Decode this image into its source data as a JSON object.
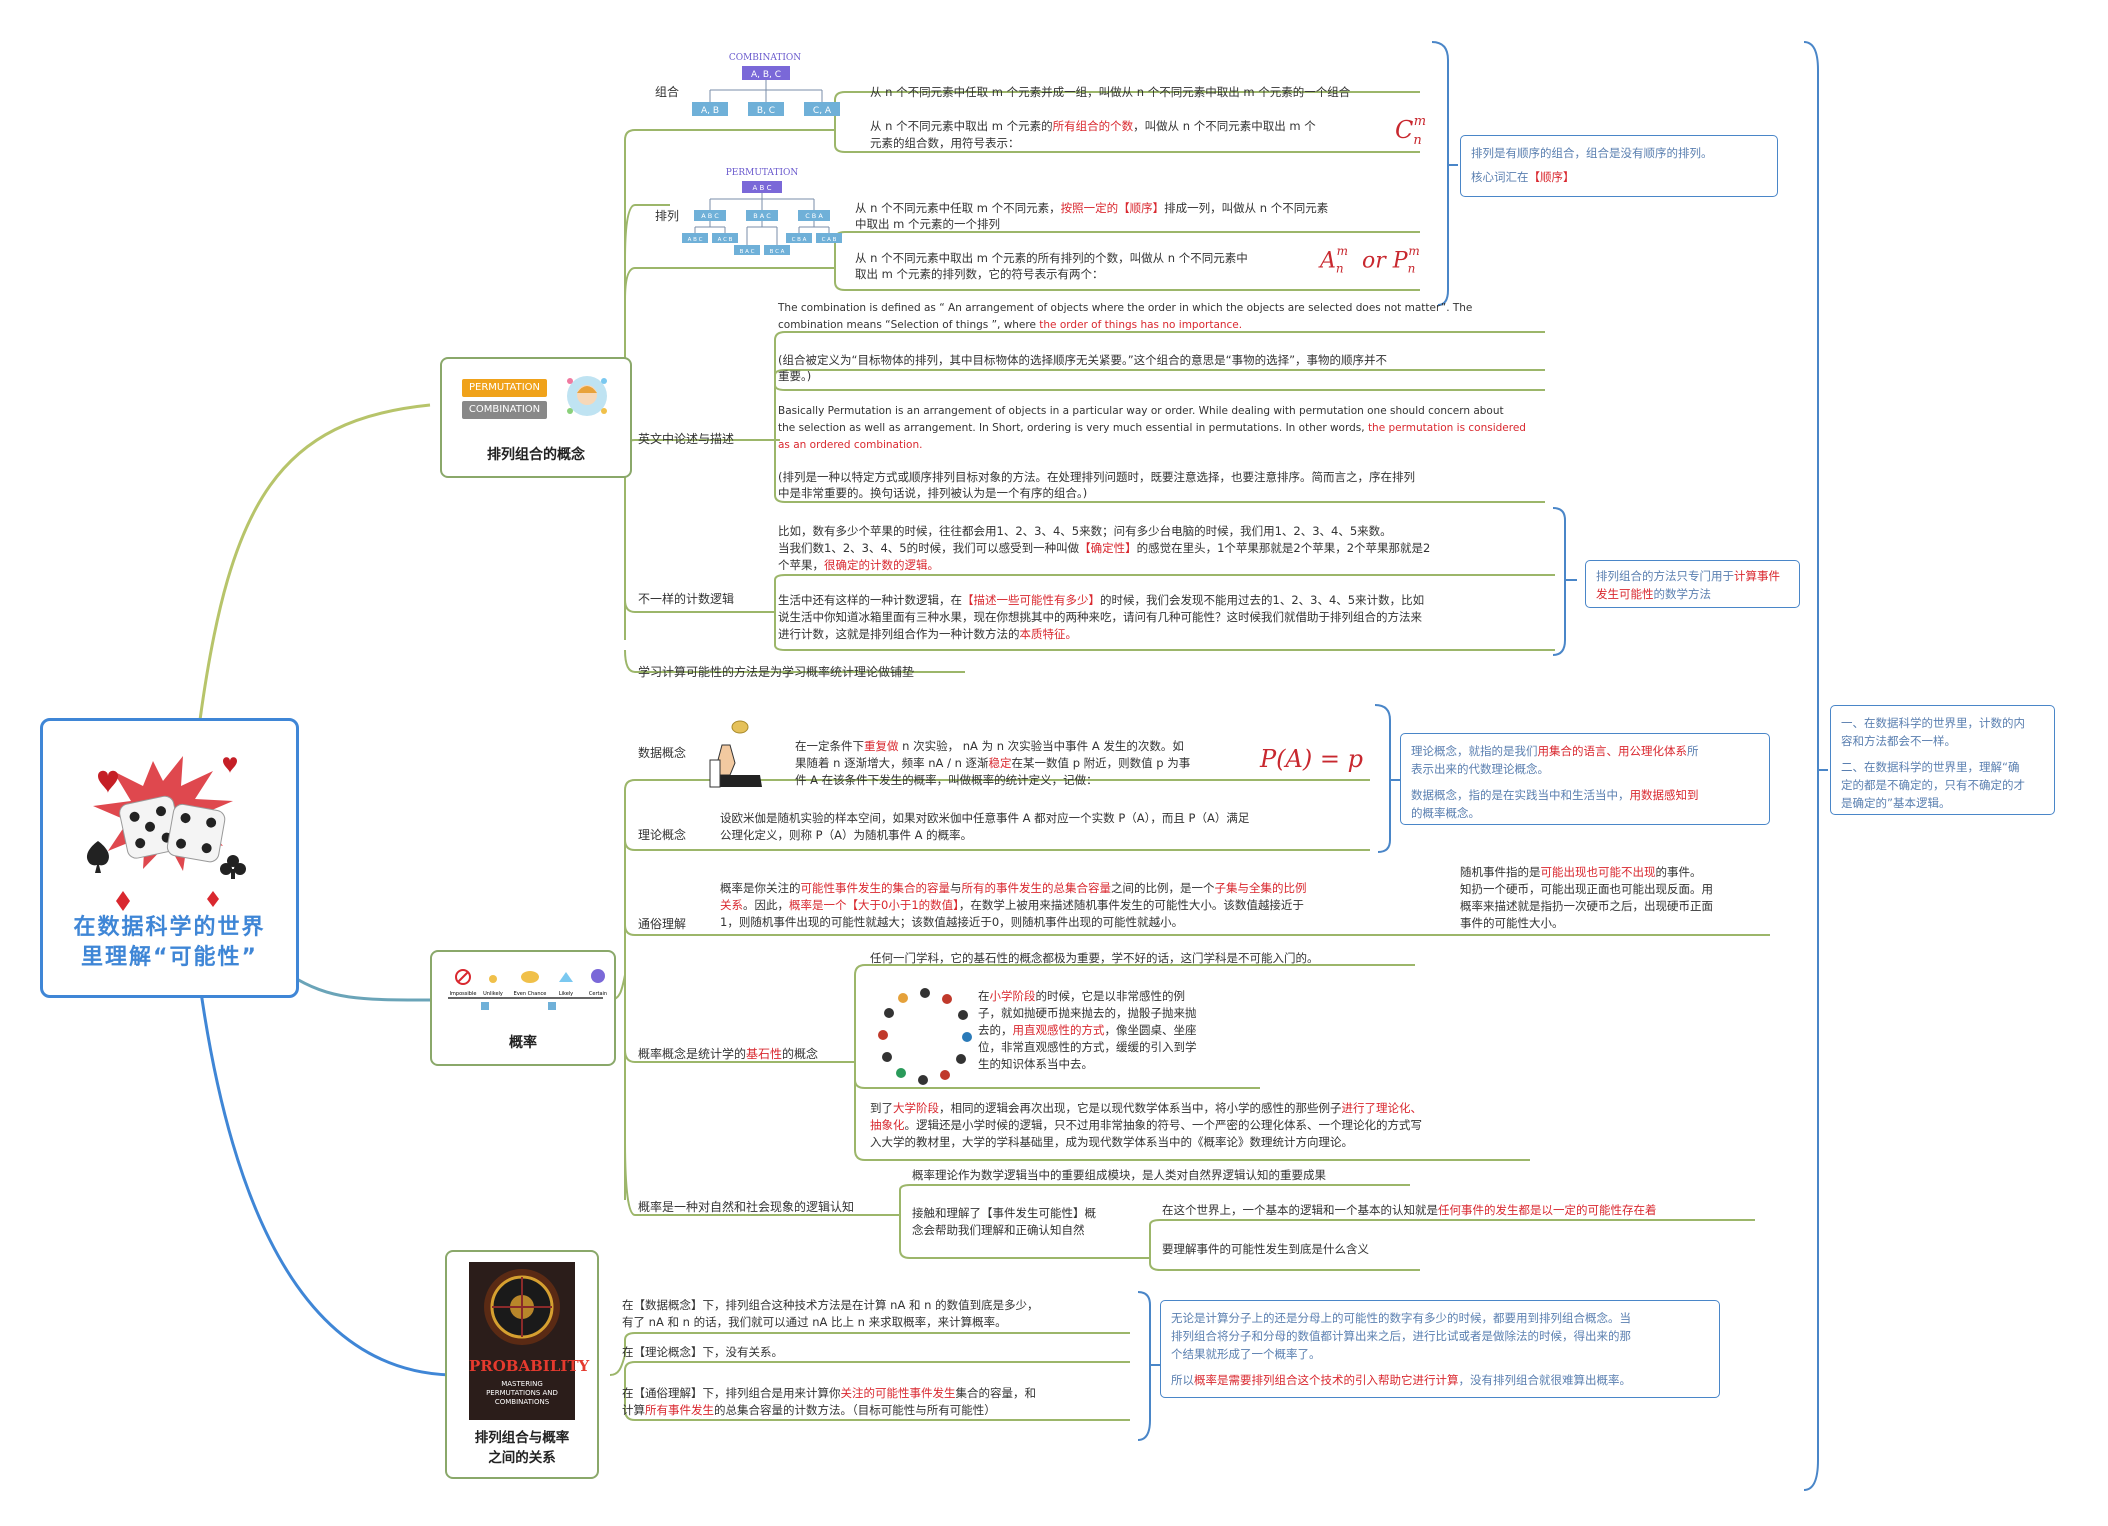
{
  "central": {
    "title_line1": "在数据科学的世界",
    "title_line2": "里理解“可能性”"
  },
  "branch1": {
    "title": "排列组合的概念",
    "tag_perm": "PERMUTATION",
    "tag_comb": "COMBINATION",
    "combination": {
      "label": "组合",
      "diagram_title": "COMBINATION",
      "diagram_root": "A, B, C",
      "diagram_children": [
        "A, B",
        "B, C",
        "C, A"
      ],
      "def1": "从 n 个不同元素中任取 m 个元素并成一组，叫做从 n 个不同元素中取出 m 个元素的一个组合",
      "def2_a": "从 n 个不同元素中取出 m 个元素的",
      "def2_red": "所有组合的个数",
      "def2_b": "，叫做从 n 个不同元素中取出 m 个",
      "def2_c": "元素的组合数，用符号表示：",
      "formula": "C"
    },
    "permutation": {
      "label": "排列",
      "diagram_title": "PERMUTATION",
      "diagram_root": "A B C",
      "diagram_level1": [
        "A B C",
        "B A C",
        "C B A"
      ],
      "diagram_level2": [
        "A B C",
        "A C B",
        "B A C",
        "B C A",
        "C B A",
        "C A B"
      ],
      "def1_a": "从 n 个不同元素中任取 m 个不同元素，",
      "def1_red": "按照一定的【顺序】",
      "def1_b": "排成一列，叫做从 n 个不同元素",
      "def1_c": "中取出 m 个元素的一个排列",
      "def2_a": "从 n 个不同元素中取出 m 个元素的所有排列的个数，叫做从 n 个不同元素中",
      "def2_b": "取出 m 个元素的排列数，它的符号表示有两个：",
      "formula_or": "or"
    },
    "note_order": {
      "line1": "排列是有顺序的组合，组合是没有顺序的排列。",
      "line2_a": "核心词汇在",
      "line2_red": "【顺序】"
    },
    "english": {
      "label": "英文中论述与描述",
      "p1_a": "The combination is defined as “ An arrangement of objects where the order in which the objects are selected does not matter”. The",
      "p1_b": "combination means “Selection of things ”, where ",
      "p1_red": "the order of things has no importance.",
      "p2_a": "(组合被定义为“目标物体的排列，其中目标物体的选择顺序无关紧要。”这个组合的意思是“事物的选择”，事物的顺序并不",
      "p2_b": "重要。)",
      "p3_a": " Basically Permutation is an arrangement of objects in a particular way or order. While dealing with permutation one should concern about",
      "p3_b": "the selection as well as arrangement. In Short, ordering is very much essential in permutations. In other words, ",
      "p3_red1": "the permutation is considered",
      "p3_red2": "as an ordered combination.",
      "p4_a": "(排列是一种以特定方式或顺序排列目标对象的方法。在处理排列问题时，既要注意选择，也要注意排序。简而言之，序在排列",
      "p4_b": "中是非常重要的。换句话说，排列被认为是一个有序的组合。)"
    },
    "counting": {
      "label": "不一样的计数逻辑",
      "p1_a": "比如，数有多少个苹果的时候，往往都会用1、2、3、4、5来数；问有多少台电脑的时候，我们用1、2、3、4、5来数。",
      "p1_b": "当我们数1、2、3、4、5的时候，我们可以感受到一种叫做",
      "p1_red": "【确定性】",
      "p1_c": "的感觉在里头，1个苹果那就是2个苹果，2个苹果那就是2",
      "p1_d": "个苹果，",
      "p1_red2": "很确定的计数的逻辑。",
      "p2_a": "生活中还有这样的一种计数逻辑，在",
      "p2_red": "【描述一些可能性有多少】",
      "p2_b": "的时候，我们会发现不能用过去的1、2、3、4、5来计数，比如",
      "p2_c": "说生活中你知道冰箱里面有三种水果，现在你想挑其中的两种来吃，请问有几种可能性？这时候我们就借助于排列组合的方法来",
      "p2_d": "进行计数，这就是排列组合作为一种计数方法的",
      "p2_red2": "本质特征。"
    },
    "note_counting": {
      "a": "排列组合的方法只专门用于",
      "red": "计算事件发生可能性",
      "b": "的数学方法"
    },
    "summary": "学习计算可能性的方法是为学习概率统计理论做铺垫"
  },
  "branch2": {
    "title": "概率",
    "scale_labels": [
      "Impossible",
      "Unlikely",
      "Even Chance",
      "Likely",
      "Certain"
    ],
    "data_concept": {
      "label": "数据概念",
      "p_a": "在一定条件下",
      "p_red": "重复做",
      "p_b": " n 次实验， nA 为 n 次实验当中事件 A 发生的次数。如",
      "p_c": "果随着 n 逐渐增大，频率 nA / n 逐渐",
      "p_red2": "稳定",
      "p_d": "在某一数值 p 附近，则数值 p 为事",
      "p_e": "件 A 在该条件下发生的概率，叫做概率的统计定义，记做：",
      "formula": "P(A) = p"
    },
    "theory_concept": {
      "label": "理论概念",
      "p_a": "设欧米伽是随机实验的样本空间，如果对欧米伽中任意事件 A 都对应一个实数 P（A），而且 P（A）满足",
      "p_b": "公理化定义，则称 P（A）为随机事件 A 的概率。"
    },
    "note_concepts": {
      "l1_a": "理论概念，就指的是我们",
      "l1_red": "用集合的语言、用公理化体系",
      "l1_b": "所",
      "l2": "表示出来的代数理论概念。",
      "l3_a": "数据概念，指的是在实践当中和生活当中，",
      "l3_red": "用数据感知到",
      "l4": "的概率概念。"
    },
    "popular": {
      "label": "通俗理解",
      "p_a": "概率是你关注的",
      "p_red1": "可能性事件发生的集合的容量",
      "p_b": "与",
      "p_red2": "所有的事件发生的总集合容量",
      "p_c": "之间的比例，是一个",
      "p_red3": "子集与全集的比例",
      "p_red4": "关系",
      "p_d": "。因此，",
      "p_red5": "概率是一个【大于0小于1的数值】",
      "p_e": "，在数学上被用来描述随机事件发生的可能性大小。该数值越接近于",
      "p_f": "1，则随机事件出现的可能性就越大；该数值越接近于0，则随机事件出现的可能性就越小。"
    },
    "note_random": {
      "l1_a": "随机事件指的是",
      "l1_red": "可能出现也可能不出现",
      "l1_b": "的事件。",
      "l2": "知扔一个硬币，可能出现正面也可能出现反面。用",
      "l3": "概率来描述就是指扔一次硬币之后，出现硬币正面",
      "l4": "事件的可能性大小。"
    },
    "foundation": {
      "label_a": "概率概念是统计学的",
      "label_red": "基石性",
      "label_b": "的概念",
      "p1": "任何一门学科，它的基石性的概念都极为重要，学不好的话，这门学科是不可能入门的。",
      "p2_a": "在",
      "p2_red": "小学阶段",
      "p2_b": "的时候，它是以非常感性的例",
      "p2_c": "子，就如抛硬币抛来抛去的，抛骰子抛来抛",
      "p2_d": "去的，",
      "p2_red2": "用直观感性的方式",
      "p2_e": "，像坐圆桌、坐座",
      "p2_f": "位，非常直观感性的方式，缓缓的引入到学",
      "p2_g": "生的知识体系当中去。",
      "p3_a": "到了",
      "p3_red": "大学阶段",
      "p3_b": "，相同的逻辑会再次出现，它是以现代数学体系当中，将小学的感性的那些例子",
      "p3_red2": "进行了理论化、",
      "p3_red3": "抽象化",
      "p3_c": "。逻辑还是小学时候的逻辑，只不过用非常抽象的符号、一个严密的公理化体系、一个理论化的方式写",
      "p3_d": "入大学的教材里，大学的学科基础里，成为现代数学体系当中的《概率论》数理统计方向理论。"
    },
    "nature": {
      "label": "概率是一种对自然和社会现象的逻辑认知",
      "p1": "概率理论作为数学逻辑当中的重要组成模块，是人类对自然界逻辑认知的重要成果",
      "p2_a": "接触和理解了【事件发生可能性】概",
      "p2_b": "念会帮助我们理解和正确认知自然",
      "p3_a": "在这个世界上，一个基本的逻辑和一个基本的认知就是",
      "p3_red": "任何事件的发生都是以一定的可能性存在着",
      "p4": "要理解事件的可能性发生到底是什么含义"
    }
  },
  "branch3": {
    "title_line1": "排列组合与概率",
    "title_line2": "之间的关系",
    "book_title": "PROBABILITY",
    "book_sub1": "MASTERING",
    "book_sub2": "PERMUTATIONS AND",
    "book_sub3": "COMBINATIONS",
    "p1_a": "在【数据概念】下，排列组合这种技术方法是在计算 nA 和 n 的数值到底是多少，",
    "p1_b": "有了 nA 和 n 的话，我们就可以通过 nA 比上 n 来求取概率，来计算概率。",
    "p2": "在【理论概念】下，没有关系。",
    "p3_a": "在【通俗理解】下，排列组合是用来计算你",
    "p3_red": "关注的可能性事件发生",
    "p3_b": "集合的容量，和",
    "p3_c": "计算",
    "p3_red2": "所有事件发生",
    "p3_d": "的总集合容量的计数方法。（目标可能性与所有可能性）",
    "note": {
      "l1": "无论是计算分子上的还是分母上的可能性的数字有多少的时候，都要用到排列组合概念。当",
      "l2": "排列组合将分子和分母的数值都计算出来之后，进行比试或者是做除法的时候，得出来的那",
      "l3": "个结果就形成了一个概率了。",
      "l4_a": "所以",
      "l4_red": "概率是需要排列组合这个技术的引入帮助它进行计算",
      "l4_b": "，没有排列组合就很难算出概率。"
    }
  },
  "right_note": {
    "l1": "一、在数据科学的世界里，计数的内",
    "l2": "容和方法都会不一样。",
    "l3": "二、在数据科学的世界里，理解“确",
    "l4": "定的都是不确定的，只有不确定的才",
    "l5": "是确定的”基本逻辑。"
  },
  "colors": {
    "accent_blue": "#3f86d6",
    "highlight_red": "#d9282f",
    "branch_green": "#9cb66a",
    "box_blue": "#4a86c8"
  }
}
